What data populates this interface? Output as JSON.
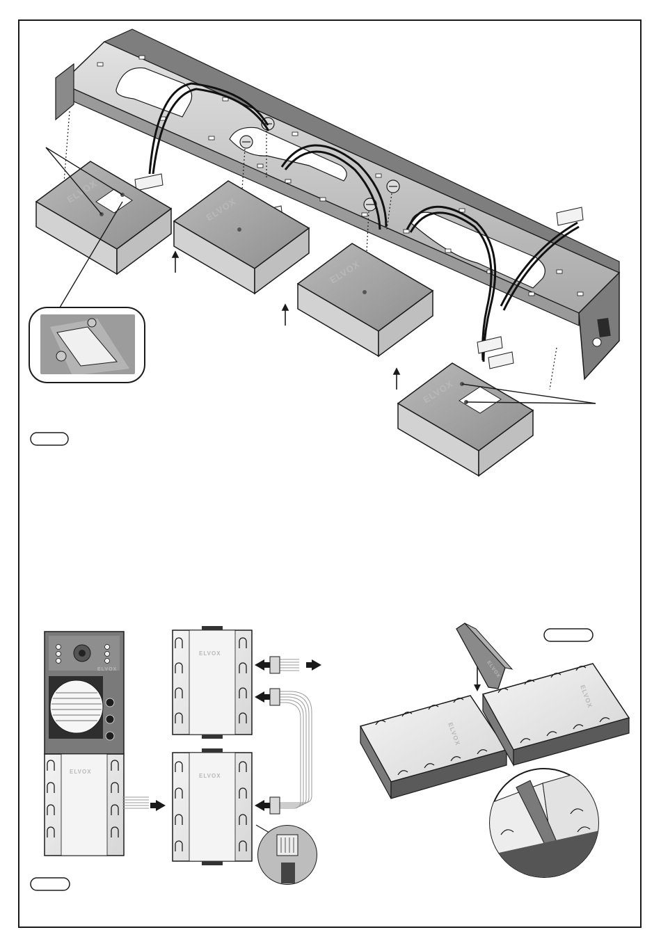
{
  "figures": [
    {
      "id": "fig-top",
      "label": ""
    },
    {
      "id": "fig-bottom-left",
      "label": ""
    },
    {
      "id": "fig-bottom-right",
      "label": ""
    }
  ],
  "brand": {
    "logo_text": "ELVOX"
  },
  "colors": {
    "line": "#1a1a1a",
    "metal": "#c9c9c9",
    "metal_dark": "#8c8c8c",
    "module_top": "#a9a9a9",
    "module_side": "#d9d9d9",
    "panel_dark": "#6a6a6a",
    "ribbon": "#bdbdbd"
  }
}
